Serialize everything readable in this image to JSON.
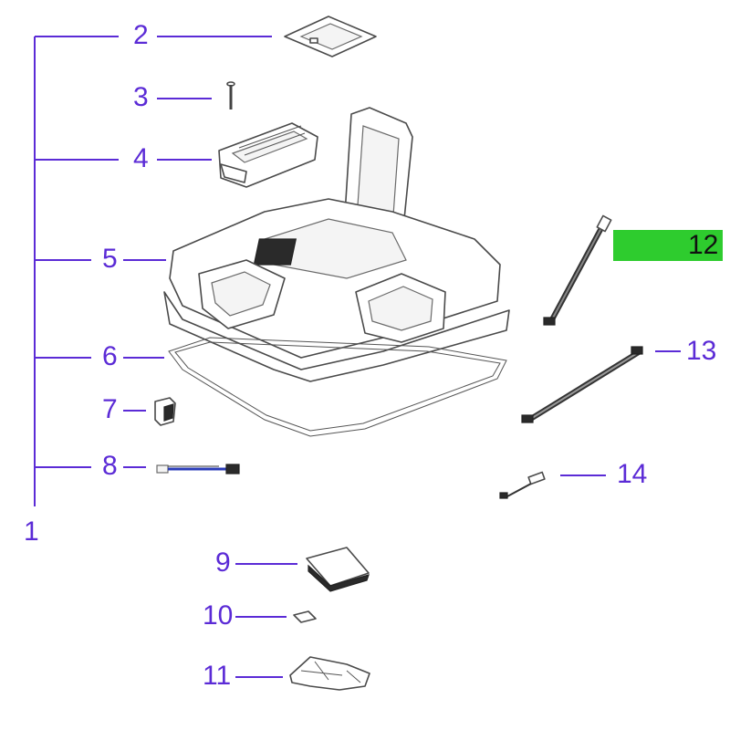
{
  "callouts": {
    "c1": "1",
    "c2": "2",
    "c3": "3",
    "c4": "4",
    "c5": "5",
    "c6": "6",
    "c7": "7",
    "c8": "8",
    "c9": "9",
    "c10": "10",
    "c11": "11",
    "c12": "12",
    "c13": "13",
    "c14": "14"
  },
  "colors": {
    "callout_text": "#5b2bd6",
    "highlight": "#2ecc2e",
    "highlight_text": "#111111"
  },
  "highlighted_callout": "12"
}
